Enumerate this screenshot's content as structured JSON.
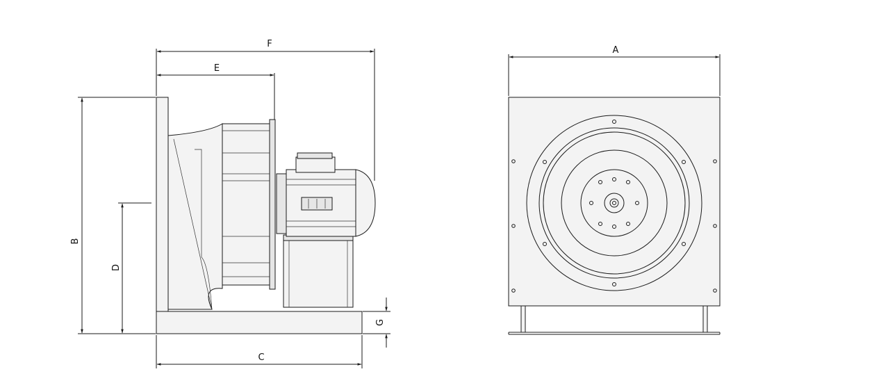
{
  "dimensions": {
    "A": "A",
    "B": "B",
    "C": "C",
    "D": "D",
    "E": "E",
    "F": "F",
    "G": "G"
  },
  "colors": {
    "line": "#1a1a1a",
    "panel_fill": "#f3f3f3",
    "motor_fill": "#e6e6e6"
  }
}
